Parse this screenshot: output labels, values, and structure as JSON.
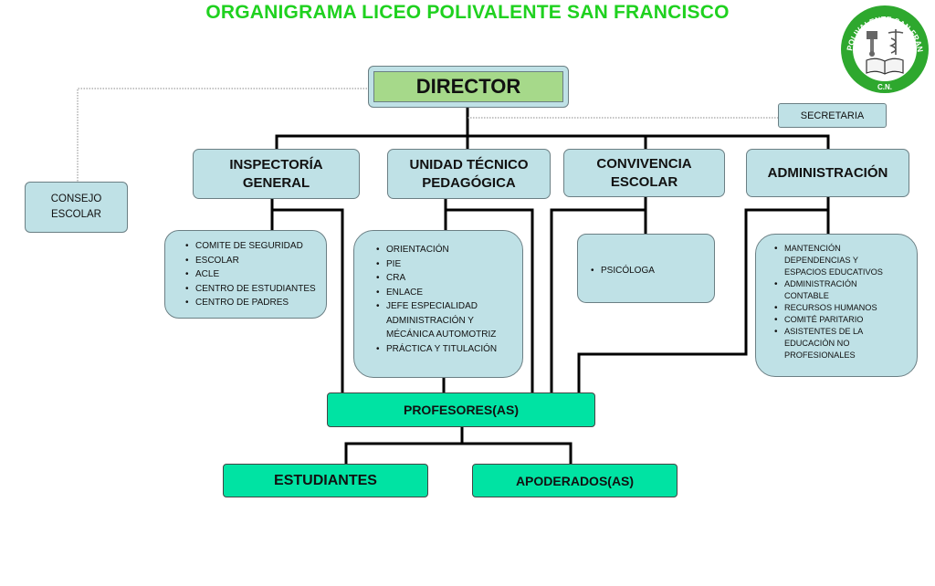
{
  "title": "ORGANIGRAMA LICEO POLIVALENTE SAN FRANCISCO",
  "logo": {
    "ring_text": "LICEO POLIVALENTE SAN FRANCISCO",
    "bottom_text": "C.N.",
    "ring_color": "#2ea82e"
  },
  "nodes": {
    "director": "DIRECTOR",
    "secretaria": "SECRETARIA",
    "consejo": "CONSEJO ESCOLAR",
    "inspectoria": "INSPECTORÍA GENERAL",
    "utp": "UNIDAD TÉCNICO PEDAGÓGICA",
    "convivencia": "CONVIVENCIA ESCOLAR",
    "administracion": "ADMINISTRACIÓN",
    "profesores": "PROFESORES(AS)",
    "estudiantes": "ESTUDIANTES",
    "apoderados": "APODERADOS(AS)"
  },
  "lists": {
    "inspectoria": [
      "COMITE DE SEGURIDAD",
      "ESCOLAR",
      "ACLE",
      "CENTRO DE ESTUDIANTES",
      "CENTRO DE PADRES"
    ],
    "utp": [
      "ORIENTACIÓN",
      "PIE",
      "CRA",
      "ENLACE",
      "JEFE ESPECIALIDAD ADMINISTRACIÓN Y MÉCÁNICA AUTOMOTRIZ",
      "PRÁCTICA Y TITULACIÓN"
    ],
    "convivencia": [
      "PSICÓLOGA"
    ],
    "administracion": [
      "MANTENCIÓN DEPENDENCIAS Y ESPACIOS EDUCATIVOS",
      "ADMINISTRACIÓN CONTABLE",
      "RECURSOS HUMANOS",
      "COMITÉ PARITARIO",
      "ASISTENTES DE LA EDUCACIÒN NO PROFESIONALES"
    ]
  },
  "colors": {
    "title": "#1fd11f",
    "director_fill": "#a6d98a",
    "box_fill": "#bfe1e6",
    "green_fill": "#00e3a3"
  }
}
